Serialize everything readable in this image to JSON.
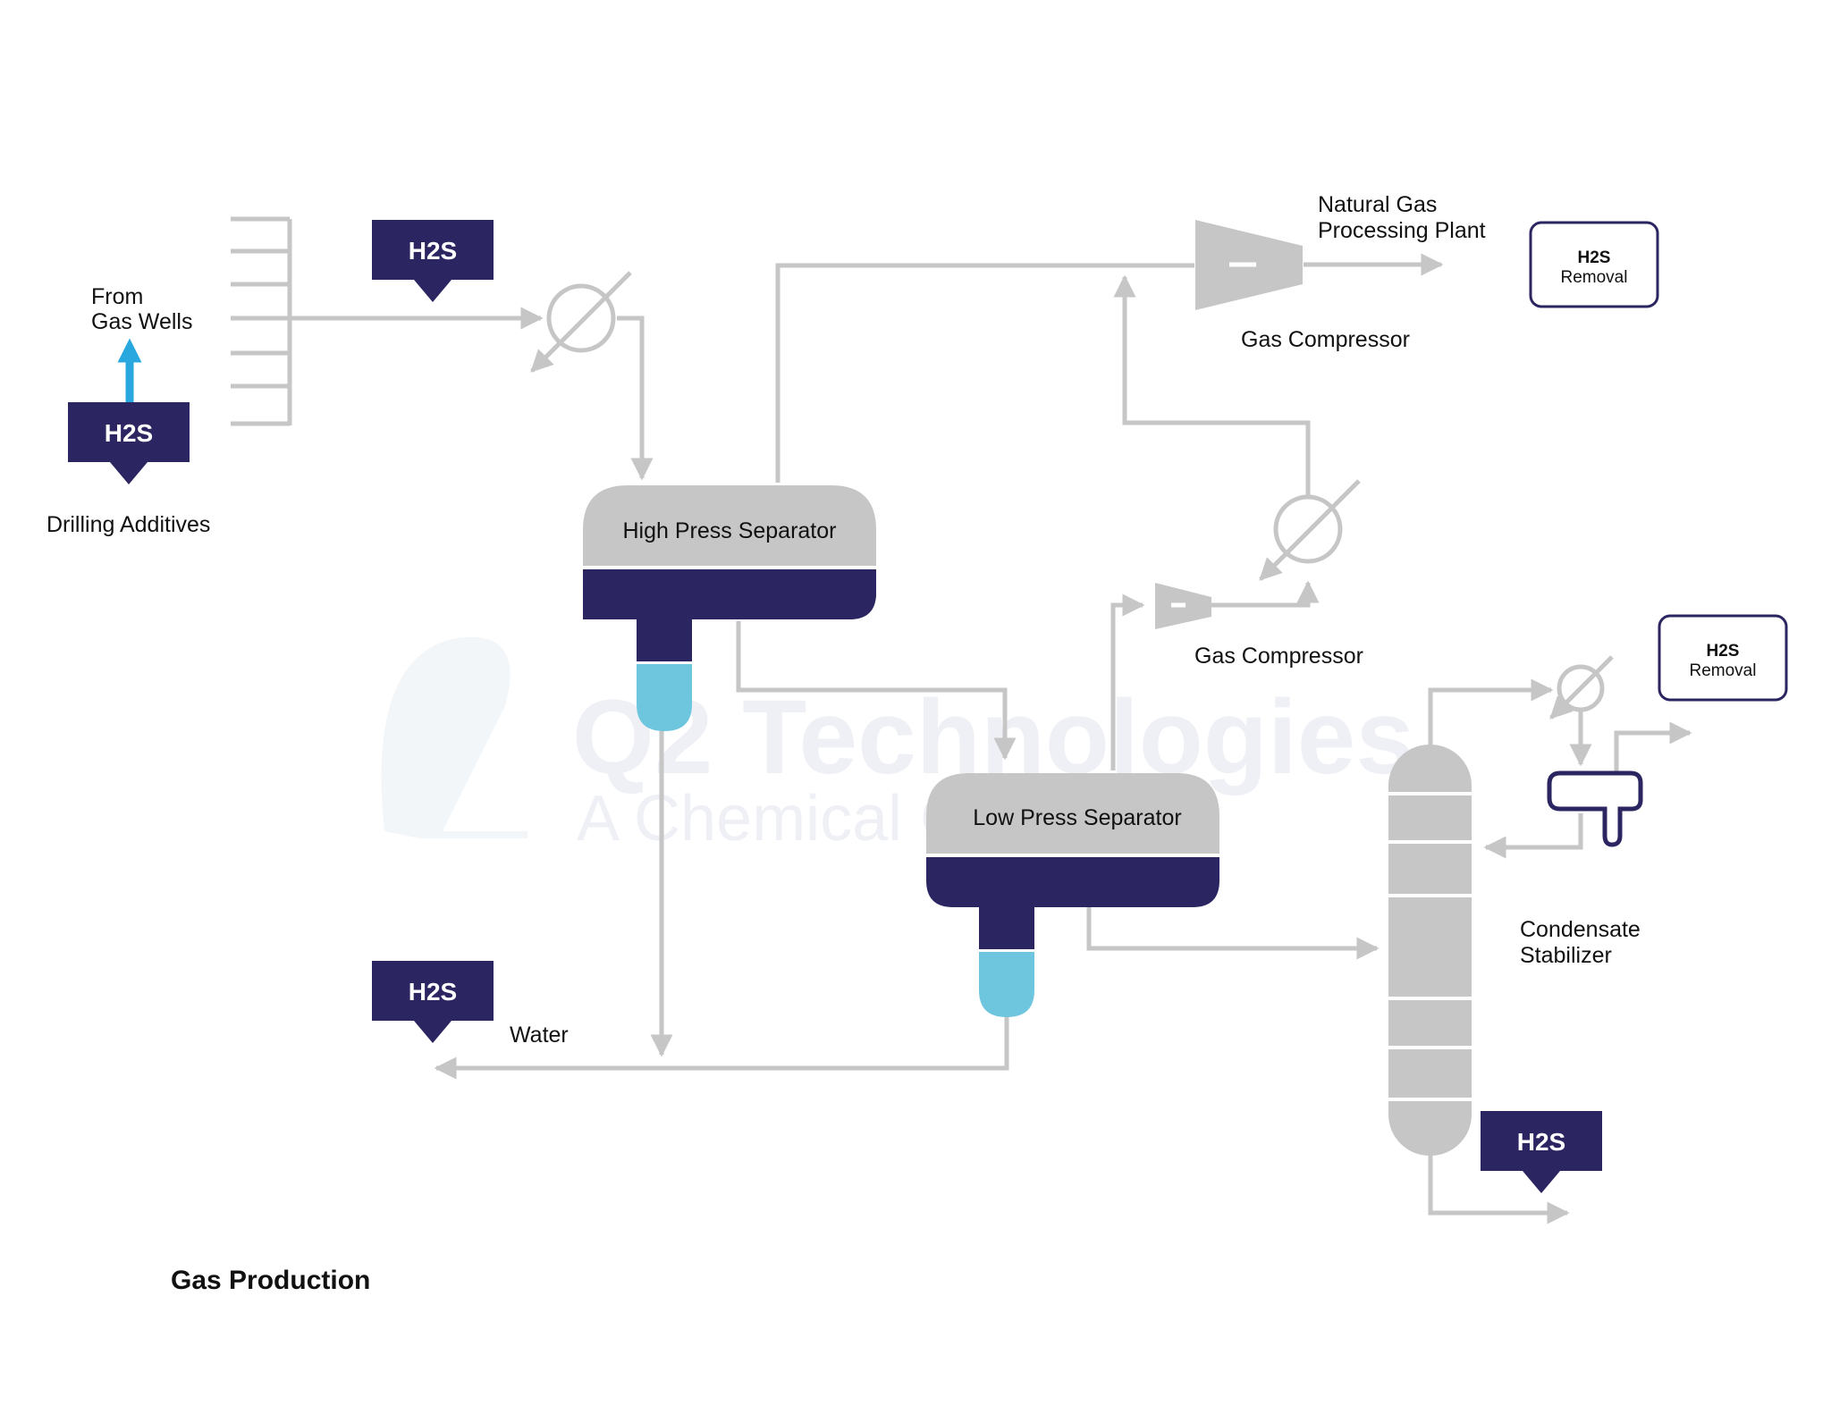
{
  "colors": {
    "pipe": "#c6c6c6",
    "vessel_gas": "#c6c6c6",
    "vessel_liquid": "#2b2561",
    "water": "#6ec6de",
    "accent_arrow": "#29a8e0",
    "h2s_badge": "#2b2561",
    "watermark": "#eef0f5"
  },
  "watermark": {
    "brand": "Q2 Technologies",
    "tagline": "A Chemical Company"
  },
  "labels": {
    "from_gas_wells_line1": "From",
    "from_gas_wells_line2": "Gas Wells",
    "drilling_additives": "Drilling Additives",
    "natural_gas_line1": "Natural Gas",
    "natural_gas_line2": "Processing Plant",
    "gas_compressor_top": "Gas Compressor",
    "gas_compressor_mid": "Gas Compressor",
    "high_press_separator": "High Press Separator",
    "low_press_separator": "Low Press Separator",
    "water": "Water",
    "condensate_line1": "Condensate",
    "condensate_line2": "Stabilizer",
    "footer_title": "Gas Production"
  },
  "h2s_badges": [
    "H2S",
    "H2S",
    "H2S",
    "H2S"
  ],
  "h2s_removal_boxes": [
    {
      "title": "H2S",
      "subtitle": "Removal"
    },
    {
      "title": "H2S",
      "subtitle": "Removal"
    }
  ],
  "icons": {
    "heat_exchanger": "heat-exchanger-icon",
    "compressor": "compressor-icon",
    "reflux_drum": "reflux-drum-icon",
    "wellhead_manifold": "wellhead-manifold-icon"
  }
}
